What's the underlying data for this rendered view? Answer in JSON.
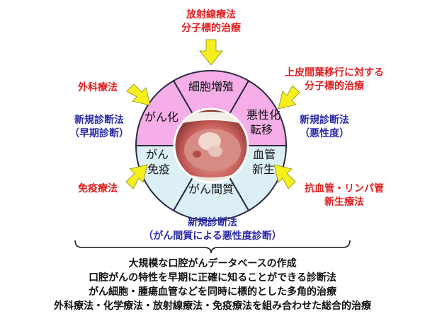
{
  "colors": {
    "pink": "#f5aee8",
    "light_blue": "#dceff5",
    "arrow": "#f5ef1e",
    "red_text": "#e02020",
    "blue_text": "#2a2aa8"
  },
  "segments": {
    "top": "細胞増殖",
    "upper_right": [
      "悪性化",
      "転移"
    ],
    "upper_left": "がん化",
    "lower_right": [
      "血管",
      "新生"
    ],
    "lower_left": [
      "がん",
      "免疫"
    ],
    "bottom": "がん間質"
  },
  "center_image": "oral-cancer-photo",
  "labels": {
    "top": [
      "放射線療法",
      "分子標的治療"
    ],
    "left_top": "外科療法",
    "left_mid": [
      "新規診断法",
      "（早期診断）"
    ],
    "left_bottom": "免疫療法",
    "right_top": [
      "上皮間葉移行に対する",
      "分子標的治療"
    ],
    "right_mid": [
      "新規診断法",
      "（悪性度）"
    ],
    "right_bottom": [
      "抗血管・リンパ管",
      "新生療法"
    ],
    "bottom": [
      "新規診断法",
      "（がん間質による悪性度診断）"
    ]
  },
  "summary": [
    "大規模な口腔がんデータベースの作成",
    "口腔がんの特性を早期に正確に知ることができる診断法",
    "がん細胞・腫瘍血管などを同時に標的とした多角的治療",
    "外科療法・化学療法・放射線療法・免疫療法を組み合わせた総合的治療"
  ]
}
